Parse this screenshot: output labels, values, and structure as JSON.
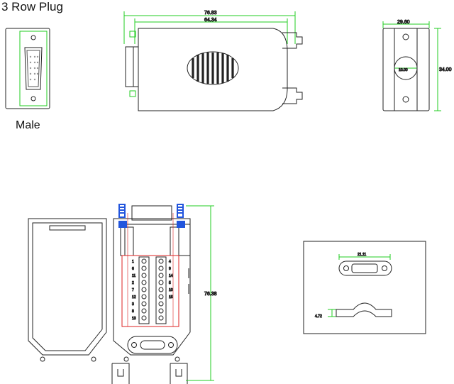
{
  "labels": {
    "title": "3 Row Plug",
    "gender": "Male"
  },
  "dimensions": {
    "overall_length": "76.83",
    "body_length": "64.34",
    "side_width": "29.60",
    "side_height": "34.00",
    "side_hole": "10.00",
    "bottom_height": "76.38",
    "clamp_width": "21.11",
    "clamp_height": "4.72"
  },
  "terminal_labels": {
    "left": [
      "1",
      "6",
      "11",
      "2",
      "7",
      "12",
      "3",
      "8",
      "13"
    ],
    "right": [
      "4",
      "9",
      "14",
      "5",
      "10",
      "15",
      "",
      "",
      ""
    ]
  },
  "colors": {
    "outline": "#222222",
    "dimension": "#22cc22",
    "screw": "#2255dd",
    "highlight": "#dd2222"
  }
}
